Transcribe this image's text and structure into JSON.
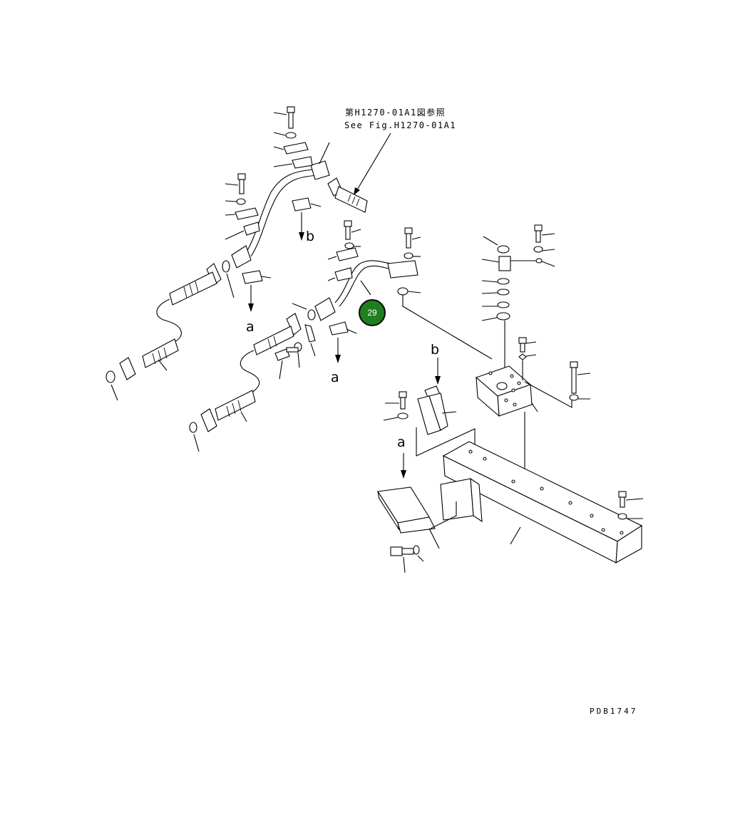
{
  "reference": {
    "jp": "第H1270-01A1図参照",
    "en": "See Fig.H1270-01A1"
  },
  "view_labels": {
    "b_upper": "b",
    "a_left": "a",
    "a_center": "a",
    "b_lower": "b",
    "a_lower": "a"
  },
  "callout": {
    "number": "29",
    "color": "#1f7f1f"
  },
  "drawing_code": "PDB1747"
}
